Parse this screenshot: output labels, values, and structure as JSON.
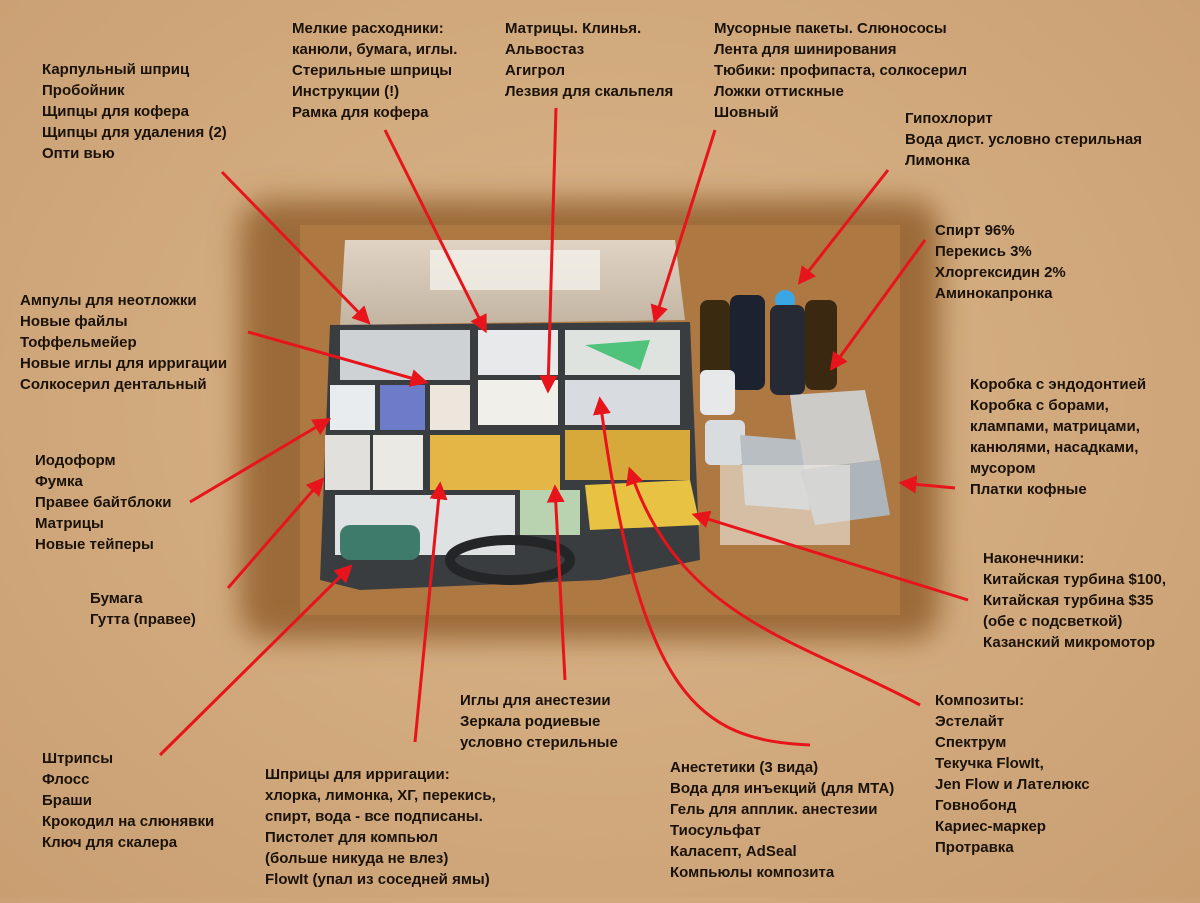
{
  "labels": [
    {
      "id": "carpule",
      "lines": [
        "Карпульный шприц",
        "Пробойник",
        "Щипцы для кофера",
        "Щипцы для удаления (2)",
        "Опти вью"
      ]
    },
    {
      "id": "consumables",
      "lines": [
        "Мелкие расходники:",
        "канюли, бумага, иглы.",
        "Стерильные шприцы",
        "Инструкции (!)",
        "Рамка для кофера"
      ]
    },
    {
      "id": "matrices",
      "lines": [
        "Матрицы. Клинья.",
        "Альвостаз",
        "Агигрол",
        "Лезвия для скальпеля"
      ]
    },
    {
      "id": "trash",
      "lines": [
        "Мусорные пакеты. Слюнососы",
        "Лента для шинирования",
        "Тюбики: профипаста, солкосерил",
        "Ложки оттискные",
        "Шовный"
      ]
    },
    {
      "id": "hypochlorite",
      "lines": [
        "Гипохлорит",
        "Вода дист. условно стерильная",
        "Лимонка"
      ]
    },
    {
      "id": "spirit",
      "lines": [
        "Спирт 96%",
        "Перекись 3%",
        "Хлоргексидин 2%",
        "Аминокапронка"
      ]
    },
    {
      "id": "ampoules",
      "lines": [
        "Ампулы для неотложки",
        "Новые файлы",
        "Тоффельмейер",
        "Новые иглы для ирригации",
        "Солкосерил дентальный"
      ]
    },
    {
      "id": "endo",
      "lines": [
        "Коробка с эндодонтией",
        "Коробка с борами,",
        "клампами, матрицами,",
        "канюлями, насадками,",
        "мусором",
        "Платки кофные"
      ]
    },
    {
      "id": "iodoform",
      "lines": [
        "Иодоформ",
        "Фумка",
        "Правее байтблоки",
        "Матрицы",
        "Новые тейперы"
      ]
    },
    {
      "id": "paper",
      "lines": [
        "Бумага",
        "Гутта (правее)"
      ]
    },
    {
      "id": "handpieces",
      "lines": [
        "Наконечники:",
        "Китайская турбина $100,",
        "Китайская турбина $35",
        "(обе с подсветкой)",
        "Казанский микромотор"
      ]
    },
    {
      "id": "needles",
      "lines": [
        "Иглы для анестезии",
        "Зеркала родиевые",
        "условно стерильные"
      ]
    },
    {
      "id": "composites",
      "lines": [
        "Композиты:",
        "Эстелайт",
        "Спектрум",
        "Текучка FlowIt,",
        "Jen Flow и Лателюкс",
        "Говнобонд",
        "Кариес-маркер",
        "Протравка"
      ]
    },
    {
      "id": "strips",
      "lines": [
        "Штрипсы",
        "Флосс",
        "Браши",
        "Крокодил на слюнявки",
        "Ключ для скалера"
      ]
    },
    {
      "id": "syringes",
      "lines": [
        "Шприцы для ирригации:",
        "хлорка, лимонка, ХГ, перекись,",
        "спирт, вода - все подписаны.",
        "Пистолет для компьюл",
        "(больше никуда не влез)",
        "FlowIt (упал из соседней ямы)"
      ]
    },
    {
      "id": "anesthetics",
      "lines": [
        "Анестетики (3 вида)",
        "Вода для инъекций (для МТА)",
        "Гель для апплик. анестезии",
        "Тиосульфат",
        "Каласепт, AdSeal",
        "Компьюлы композита"
      ]
    }
  ],
  "colors": {
    "arrow": "#e8141b",
    "text": "#1a1209",
    "background": "#d2ab7f"
  }
}
